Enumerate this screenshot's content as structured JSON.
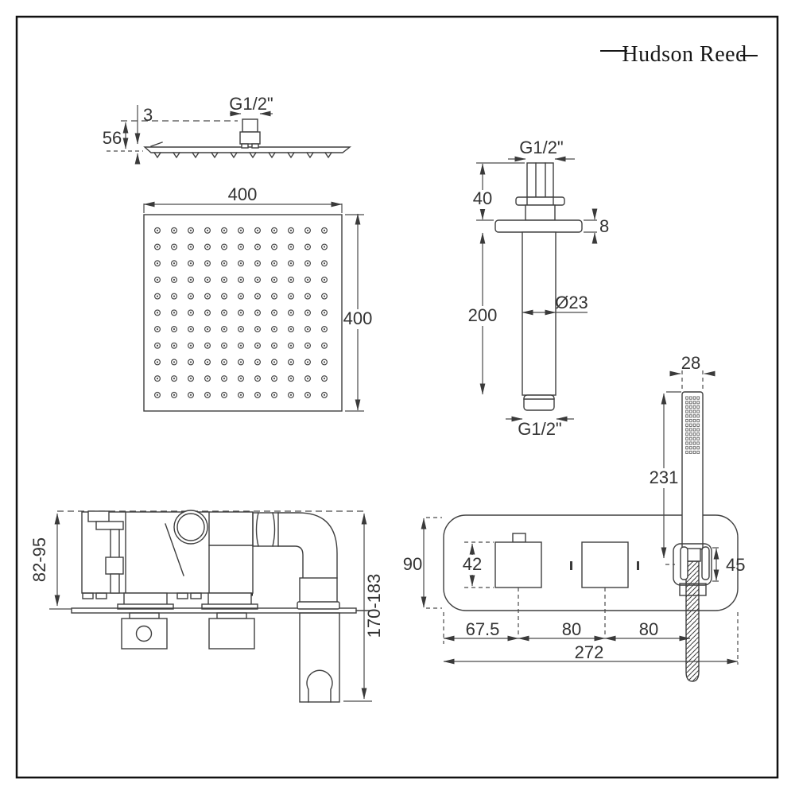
{
  "brand": {
    "name": "Hudson Reed"
  },
  "head_side": {
    "thread": "G1/2\"",
    "plate_thickness": "3",
    "height": "56"
  },
  "head_face": {
    "width": "400",
    "height": "400"
  },
  "ceiling_arm": {
    "thread_top": "G1/2\"",
    "exposed_thread": "40",
    "flange_thickness": "8",
    "arm_length": "200",
    "diameter": "Ø23",
    "thread_bottom": "G1/2\""
  },
  "handset": {
    "width": "28",
    "length": "231",
    "holder_size": "45"
  },
  "valve_front": {
    "plate_height": "90",
    "handle_size": "42",
    "pos_left": "67.5",
    "pos_mid": "80",
    "pos_right": "80",
    "plate_width": "272"
  },
  "valve_side": {
    "projection_valve": "82-95",
    "projection_total": "170-183"
  }
}
